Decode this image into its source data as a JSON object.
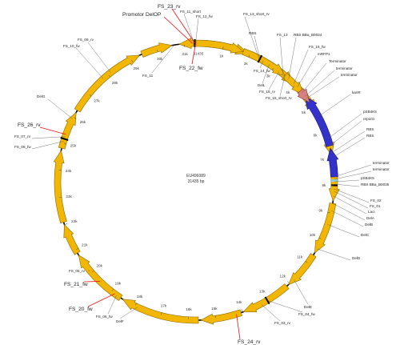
{
  "map": {
    "name": "EU496089",
    "length": "31435 bp",
    "colors": {
      "backbone": "#000000",
      "feature": "#f2b705",
      "feature_stroke": "#8a6a00",
      "vector": "#3333cc",
      "vector_stroke": "#16167a",
      "rfp": "#d98080",
      "terminator": "#99cccc",
      "primer_red": "#ee1111"
    },
    "ticks": [
      "1k",
      "2k",
      "3k",
      "4k",
      "5k",
      "6k",
      "7k",
      "8k",
      "9k",
      "10k",
      "11k",
      "12k",
      "13k",
      "14k",
      "15k",
      "16k",
      "17k",
      "18k",
      "19k",
      "20k",
      "21k",
      "22k",
      "23k",
      "24k",
      "25k",
      "26k",
      "27k",
      "28k",
      "29k",
      "30k",
      "31k"
    ],
    "labels": {
      "fs_23_rv": "FS_23_rv",
      "promotor": "Promotor DelOP",
      "fs_11_short": "FS_11_short",
      "fs_12_fw": "FS_12_fw",
      "fs_22_fw": "FS_22_fw",
      "fs_11": "FS_11",
      "fs_09_rv": "FS_09_rv",
      "fs_10_fw": "FS_10_fw",
      "delg": "DelG",
      "fs_26_rv": "FS_26_rv",
      "fs_07_rv": "FS_07_rv",
      "fs_08_fw": "FS_08_fw",
      "fs_13_short_rv": "FS_13_short_rv",
      "rbs_top": "RBS",
      "fs_13": "FS_13",
      "rbs_bba": "RBS BBa_B0034",
      "fs_16_fw": "FS_16_fw",
      "mrfp1": "mRFP1",
      "terminator1": "Terminator",
      "terminator2": "terminator",
      "terminator3": "terminator",
      "fs_14_fw": "FS_14_fw",
      "dell": "DelL",
      "fs_15_rv": "FS_15_rv",
      "fs_15_short_rv": "FS_15_short_rv",
      "kanr": "kanR",
      "psb4k5_a": "pSB4K5",
      "rep101": "rep101",
      "rbs_a": "RBS",
      "rbs_b": "RBS",
      "terminator4": "terminator",
      "terminator5": "terminator",
      "psb4k5_b": "pSB4K5",
      "rbs_bba2": "RBS BBa_B0035",
      "fs_02": "FS_02",
      "fs_01": "FS_01",
      "laci": "LacI",
      "dela": "DelA",
      "delb": "DelB",
      "delc": "DelC",
      "deld": "DelD",
      "dele": "DelE",
      "fs_04_fw": "FS_04_fw",
      "fs_03_rv": "FS_03_rv",
      "fs_24_rv": "FS_24_rv",
      "fs_05_rv": "FS_05_rv",
      "fs_21_fw": "FS_21_fw",
      "fs_20_fw": "FS_20_fw",
      "fs_06_fw": "FS_06_fw",
      "delf": "DelF"
    }
  }
}
